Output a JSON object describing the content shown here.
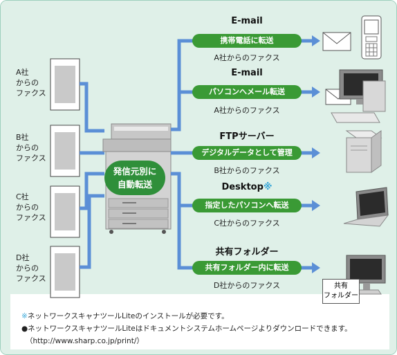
{
  "sources": [
    {
      "label": "A社\nからの\nファクス"
    },
    {
      "label": "B社\nからの\nファクス"
    },
    {
      "label": "C社\nからの\nファクス"
    },
    {
      "label": "D社\nからの\nファクス"
    }
  ],
  "central_label": "発信元別に\n自動転送",
  "destinations": [
    {
      "title": "E-mail",
      "pill": "携帯電話に転送",
      "sub": "A社からのファクス",
      "device": "mobile-phone"
    },
    {
      "title": "E-mail",
      "pill": "パソコンへメール転送",
      "sub": "A社からのファクス",
      "device": "desktop-pc"
    },
    {
      "title": "FTPサーバー",
      "pill": "デジタルデータとして管理",
      "sub": "B社からのファクス",
      "device": "server"
    },
    {
      "title": "Desktop",
      "title_mark": "※",
      "pill": "指定したパソコンへ転送",
      "sub": "C社からのファクス",
      "device": "laptop"
    },
    {
      "title": "共有フォルダー",
      "pill": "共有フォルダー内に転送",
      "sub": "D社からのファクス",
      "device": "monitor"
    }
  ],
  "shared_folder_label": "共有\nフォルダー",
  "notes": {
    "note1_mark": "※",
    "note1": "ネットワークスキャナツールLiteのインストールが必要です。",
    "note2": "●ネットワークスキャナツールLiteはドキュメントシステムホームページよりダウンロードできます。",
    "note3": "（http://www.sharp.co.jp/print/）"
  },
  "colors": {
    "panel_bg": "#dff0e8",
    "arrow": "#5b8fd6",
    "pill": "#3a9a35",
    "central": "#2f8f3a",
    "star": "#3aa8d8"
  }
}
